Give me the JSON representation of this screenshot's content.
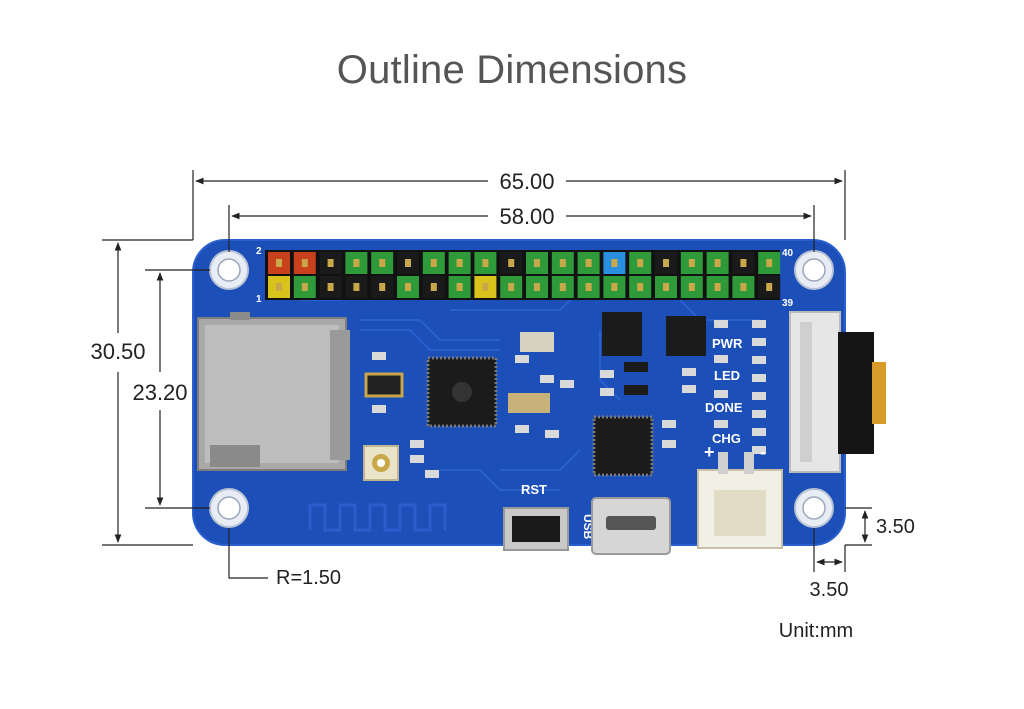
{
  "title": "Outline Dimensions",
  "dimensions": {
    "overall_width": "65.00",
    "hole_spacing_width": "58.00",
    "overall_height": "30.50",
    "hole_spacing_height": "23.20",
    "corner_radius": "R=1.50",
    "hole_offset_y": "3.50",
    "hole_offset_x": "3.50",
    "unit": "Unit:mm"
  },
  "board_labels": {
    "pwr": "PWR",
    "led": "LED",
    "done": "DONE",
    "chg": "CHG",
    "rst": "RST",
    "usb": "USB",
    "pin_2": "2",
    "pin_1": "1",
    "pin_40": "40",
    "pin_39": "39",
    "plus": "+",
    "minus": "-"
  },
  "colors": {
    "pcb": "#1c4fb8",
    "pcb_edge": "#2a5fd0",
    "header_green": "#2e9a3a",
    "header_red": "#c8401c",
    "header_yellow": "#d8c21c",
    "header_blue": "#2a8ee0",
    "dim_line": "#222222"
  }
}
